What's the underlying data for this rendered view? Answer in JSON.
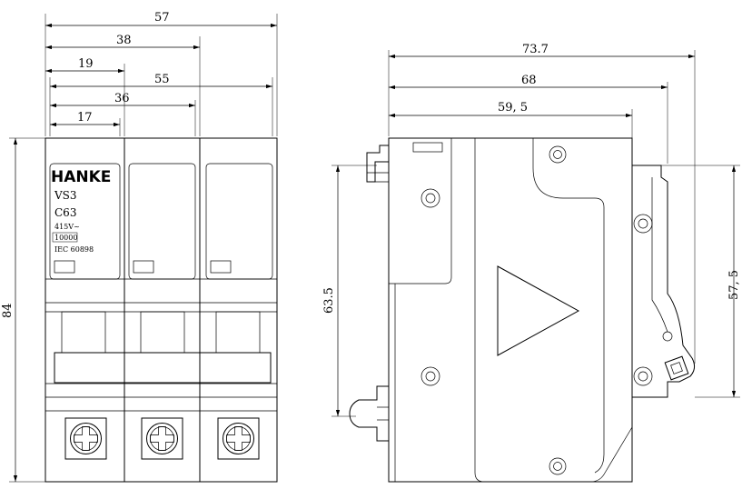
{
  "front_view": {
    "dimensions": [
      "57",
      "38",
      "19",
      "55",
      "36",
      "17",
      "84"
    ],
    "brand": "HANKE",
    "model": "VS3",
    "rating": "C63",
    "voltage": "415V~",
    "breaking_capacity": "10000",
    "standard": "IEC 60898"
  },
  "side_view": {
    "dimensions": [
      "73.7",
      "68",
      "59, 5",
      "63.5",
      "57, 5"
    ]
  }
}
